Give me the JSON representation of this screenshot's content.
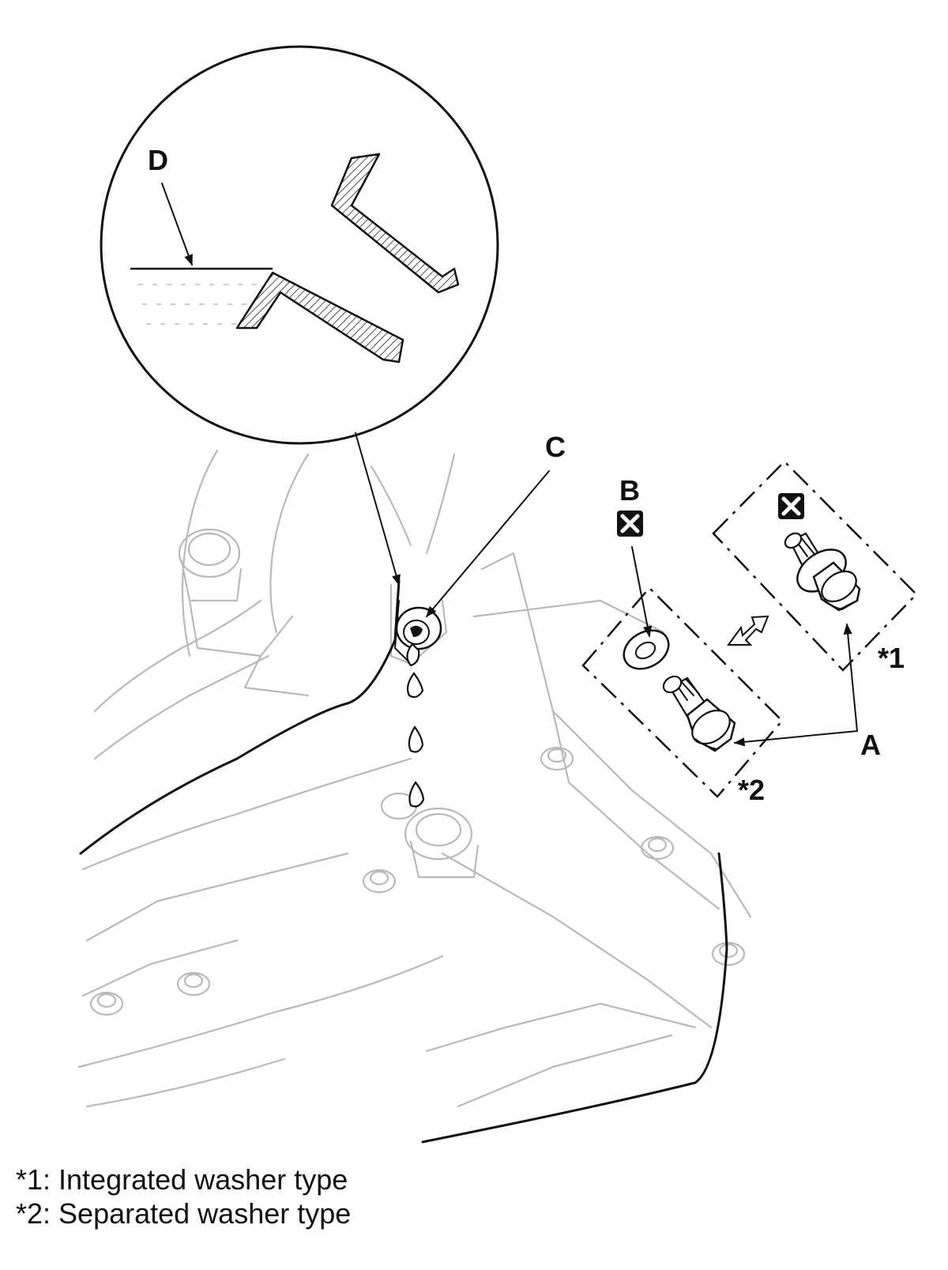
{
  "callouts": {
    "a": "A",
    "b": "B",
    "c": "C",
    "d": "D",
    "note1": "*1",
    "note2": "*2"
  },
  "legend": {
    "line1": "*1: Integrated washer type",
    "line2": "*2: Separated washer type"
  },
  "icons": {
    "replace_part": "replace-part-icon (x in square)",
    "exchange": "double-arrow-icon"
  },
  "colors": {
    "ink": "#111111",
    "ghost": "#b9b9b9"
  }
}
